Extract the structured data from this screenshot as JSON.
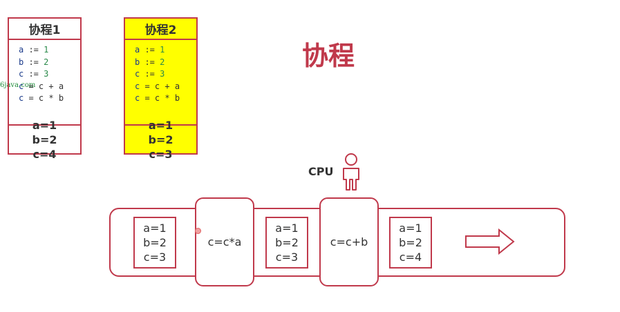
{
  "title": "协程",
  "watermark": "6java.com",
  "coroutine1": {
    "title": "协程1",
    "code": [
      {
        "v": "a",
        "op": " := ",
        "rhs": "1"
      },
      {
        "v": "b",
        "op": " := ",
        "rhs": "2"
      },
      {
        "v": "c",
        "op": " := ",
        "rhs": "3"
      },
      {
        "v": "c",
        "op": " = ",
        "rhs": "c + a"
      },
      {
        "v": "c",
        "op": " = ",
        "rhs": "c * b"
      }
    ],
    "values": [
      "a=1",
      "b=2",
      "c=4"
    ]
  },
  "coroutine2": {
    "title": "协程2",
    "code": [
      {
        "v": "a",
        "op": " := ",
        "rhs": "1"
      },
      {
        "v": "b",
        "op": " := ",
        "rhs": "2"
      },
      {
        "v": "c",
        "op": " := ",
        "rhs": "3"
      },
      {
        "v": "c",
        "op": " = ",
        "rhs": "c + a"
      },
      {
        "v": "c",
        "op": " = ",
        "rhs": "c * b"
      }
    ],
    "values": [
      "a=1",
      "b=2",
      "c=3"
    ]
  },
  "cpu_label": "CPU",
  "timeline": {
    "state1": [
      "a=1",
      "b=2",
      "c=3"
    ],
    "op1": "c=c*a",
    "state2": [
      "a=1",
      "b=2",
      "c=3"
    ],
    "op2": "c=c+b",
    "state3": [
      "a=1",
      "b=2",
      "c=4"
    ]
  },
  "colors": {
    "accent": "#c0394b",
    "highlight": "#ffff00"
  }
}
